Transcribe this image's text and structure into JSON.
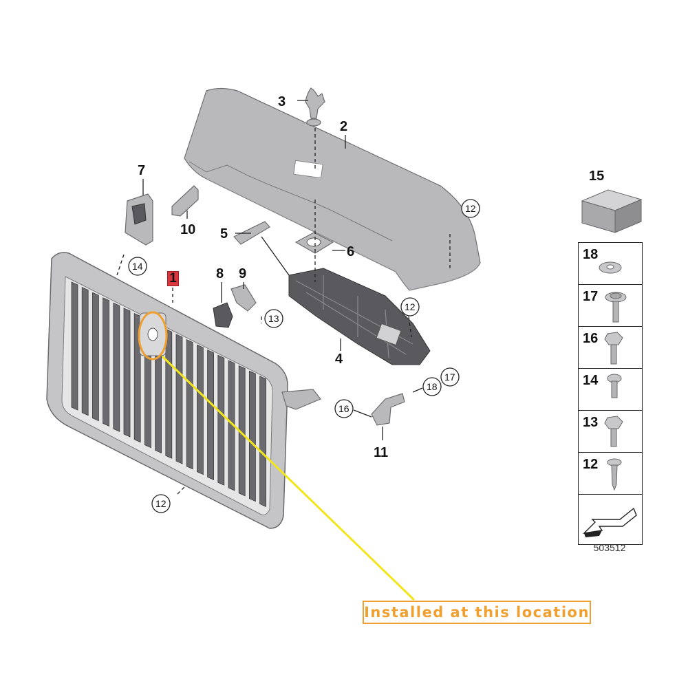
{
  "diagram": {
    "callouts": {
      "p1": "1",
      "p2": "2",
      "p3": "3",
      "p4": "4",
      "p5": "5",
      "p6": "6",
      "p7": "7",
      "p8": "8",
      "p9": "9",
      "p10": "10",
      "p11": "11",
      "p15": "15"
    },
    "circled": {
      "c12a": "12",
      "c12b": "12",
      "c12c": "12",
      "c13": "13",
      "c14": "14",
      "c16": "16",
      "c17": "17",
      "c18": "18"
    },
    "highlight_color": "#d9363e",
    "annotation_color": "#f0a030",
    "pointer_color": "#f2e51b"
  },
  "hardware_list": {
    "items": [
      {
        "label": "18",
        "icon": "washer-icon"
      },
      {
        "label": "17",
        "icon": "collar-screw-icon"
      },
      {
        "label": "16",
        "icon": "hex-flange-bolt-icon"
      },
      {
        "label": "14",
        "icon": "small-screw-icon"
      },
      {
        "label": "13",
        "icon": "hex-bolt-icon"
      },
      {
        "label": "12",
        "icon": "tapping-screw-icon"
      }
    ],
    "reference_code": "503512"
  },
  "annotation": {
    "text": "Installed at this location"
  }
}
